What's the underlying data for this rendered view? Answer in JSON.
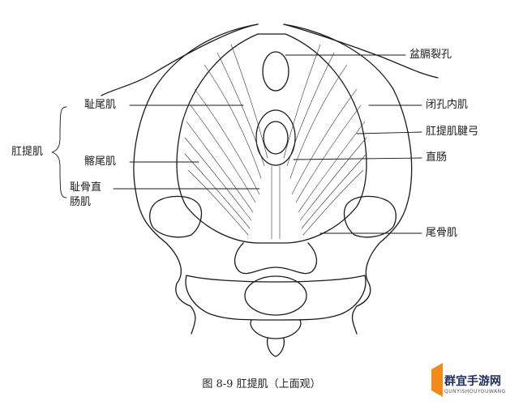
{
  "labels": {
    "group": "肛提肌",
    "pubococcygeus": "耻尾肌",
    "iliococcygeus": "髂尾肌",
    "puborectalis_line1": "耻骨直",
    "puborectalis_line2": "肠肌",
    "pelvic_hiatus": "盆膈裂孔",
    "obturator_internus": "闭孔内肌",
    "tendinous_arch": "肛提肌腱弓",
    "rectum": "直肠",
    "coccygeus": "尾骨肌"
  },
  "caption": "图 8-9   肛提肌（上面观）",
  "watermark": {
    "title": "群宜手游网",
    "subtitle": "QUNYISHOUYOUWANG"
  },
  "colors": {
    "ink": "#1a1a1a",
    "watermark_orange": "#f28a1a",
    "watermark_navy": "#1e2a5a"
  }
}
